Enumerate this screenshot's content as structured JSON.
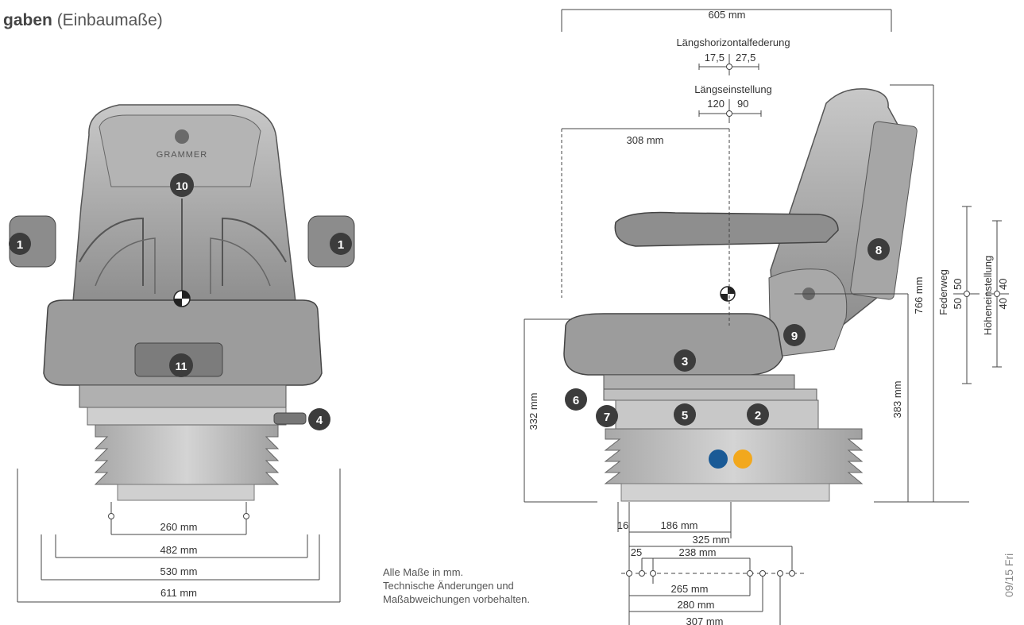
{
  "title": {
    "bold": "gaben",
    "rest": "(Einbaumaße)"
  },
  "notes": {
    "line1": "Alle Maße in mm.",
    "line2": "Technische Änderungen und",
    "line3": "Maßabweichungen vorbehalten."
  },
  "footer_code": "09/15 Fri",
  "front_view": {
    "brand": "GRAMMER",
    "markers": {
      "armrest_left": "1",
      "armrest_right": "1",
      "backrest": "10",
      "cushion": "11",
      "lever": "4"
    },
    "dims": {
      "d260": "260 mm",
      "d482": "482 mm",
      "d530": "530 mm",
      "d611": "611 mm"
    }
  },
  "side_view": {
    "markers": {
      "m2": "2",
      "m3": "3",
      "m5": "5",
      "m6": "6",
      "m7": "7",
      "m8": "8",
      "m9": "9"
    },
    "labels": {
      "laengshorizontal": "Längshorizontalfederung",
      "lh_left": "17,5",
      "lh_right": "27,5",
      "laengseinstellung": "Längseinstellung",
      "le_left": "120",
      "le_right": "90",
      "federweg": "Federweg",
      "fw_top": "50",
      "fw_bottom": "50",
      "hoehe": "Höheneinstellung",
      "he_top": "40",
      "he_bottom": "40"
    },
    "dims": {
      "d605": "605 mm",
      "d308": "308 mm",
      "d766": "766 mm",
      "d383": "383 mm",
      "d332": "332 mm",
      "d16": "16",
      "d186": "186 mm",
      "d325": "325 mm",
      "d25": "25",
      "d238": "238 mm",
      "d265": "265 mm",
      "d280": "280 mm",
      "d307": "307 mm"
    }
  },
  "colors": {
    "marker": "#3c3c3c",
    "badge_blue": "#1a5a96",
    "badge_orange": "#f2a81d",
    "line": "#444444",
    "seat": "#9a9a9a"
  }
}
